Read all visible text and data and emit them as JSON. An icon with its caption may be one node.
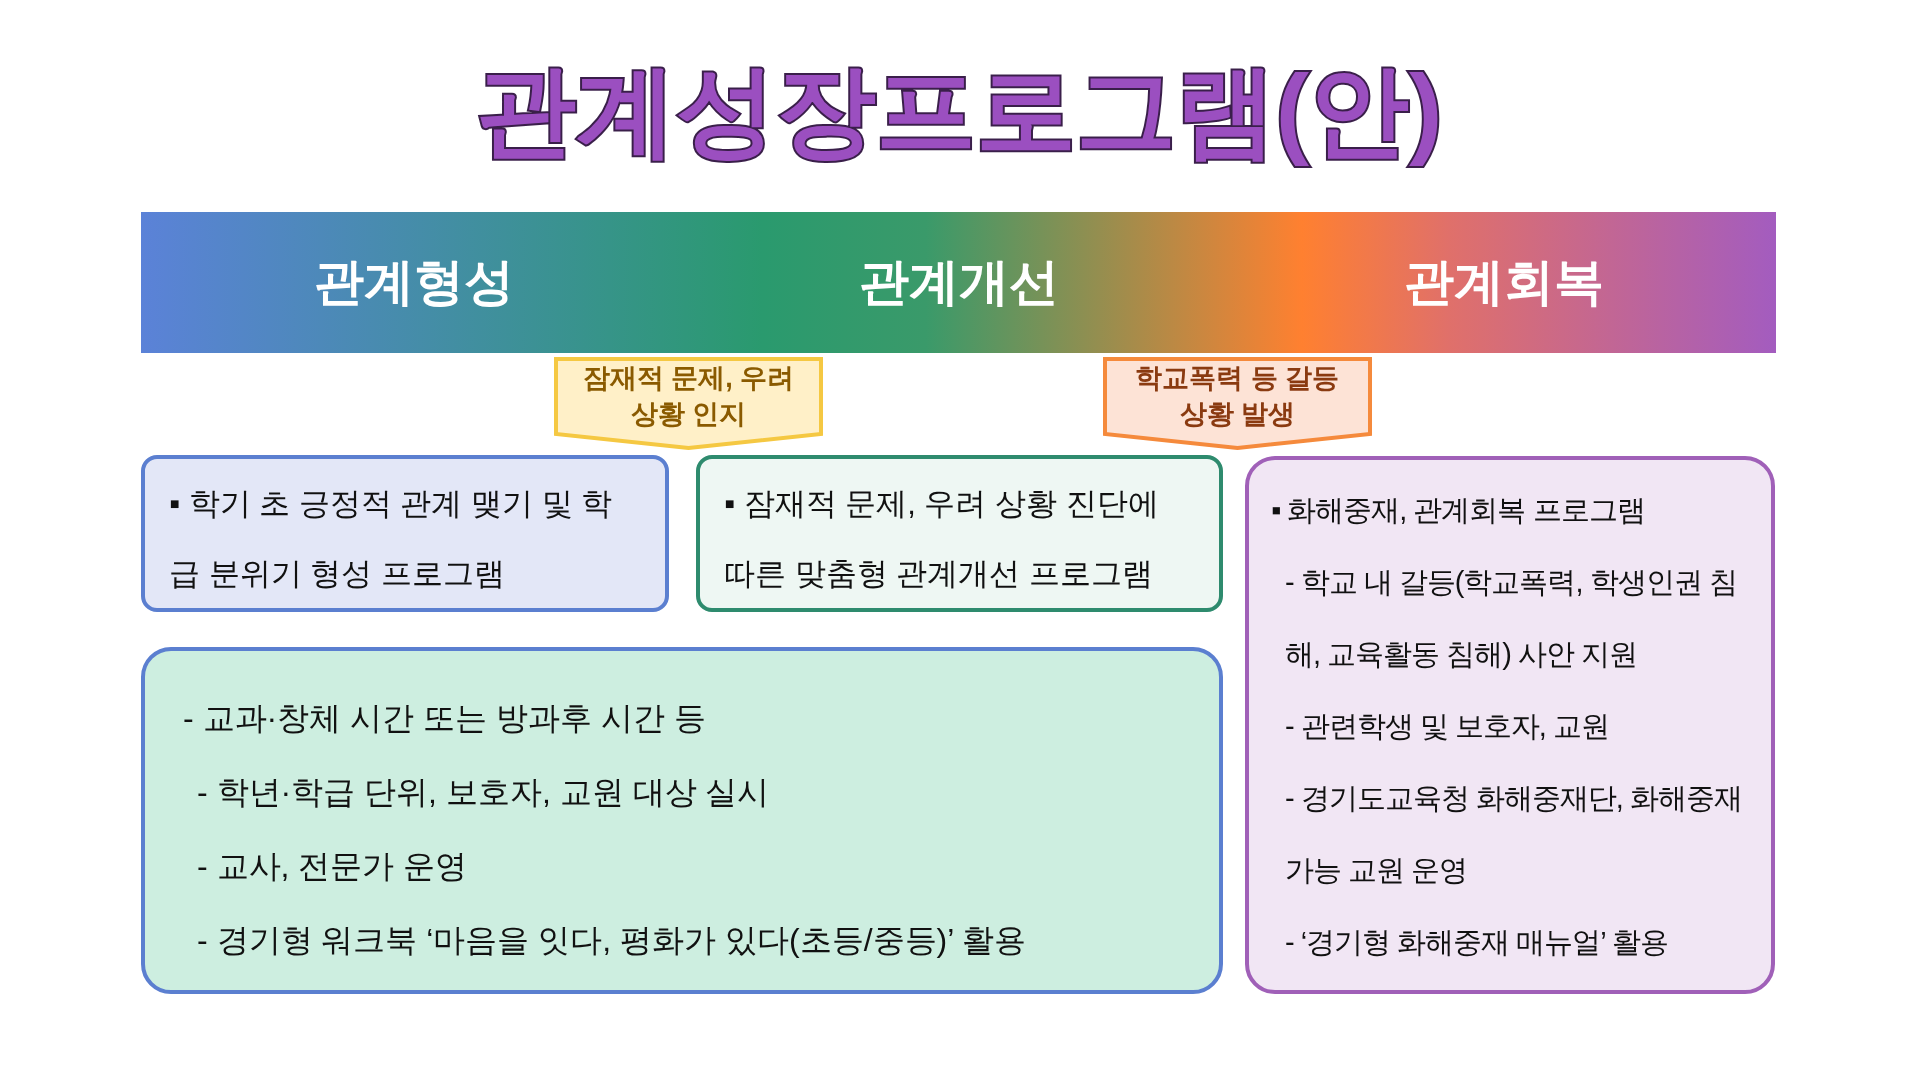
{
  "diagram": {
    "title": "관계성장프로그램(안)",
    "nodes": [
      {
        "text": [
          "관계형성",
          "관계개선",
          "관계회복"
        ]
      },
      {
        "text": [
          "잠재적 문제, 우려 상황 인지"
        ]
      },
      {
        "text": [
          "학교폭력 등 갈등 상황 발생"
        ]
      },
      {
        "text": [
          "▪ 학기 초 긍정적 관계 맺기 및 학급 분위기 형성 프로그램"
        ]
      },
      {
        "text": [
          "▪ 잠재적 문제, 우려 상황 진단에 따른 맞춤형 관계개선 프로그램"
        ]
      },
      {
        "text": [
          "▪ 화해중재, 관계회복 프로그램",
          "- 학교 내 갈등(학교폭력, 학생인권 침해, 교육활동 침해) 사안 지원",
          "- 관련학생 및 보호자, 교원",
          "- 경기도교육청 화해중재단, 화해중재 가능 교원 운영",
          "- ‘경기형 화해중재 매뉴얼’ 활용"
        ]
      },
      {
        "text": [
          "- 교과·창체 시간 또는 방과후 시간 등",
          "- 학년·학급 단위, 보호자, 교원 대상 실시",
          "- 교사, 전문가 운영",
          "- 경기형 워크북 ‘마음을 잇다, 평화가 있다(초등/중등)’ 활용"
        ]
      }
    ]
  }
}
